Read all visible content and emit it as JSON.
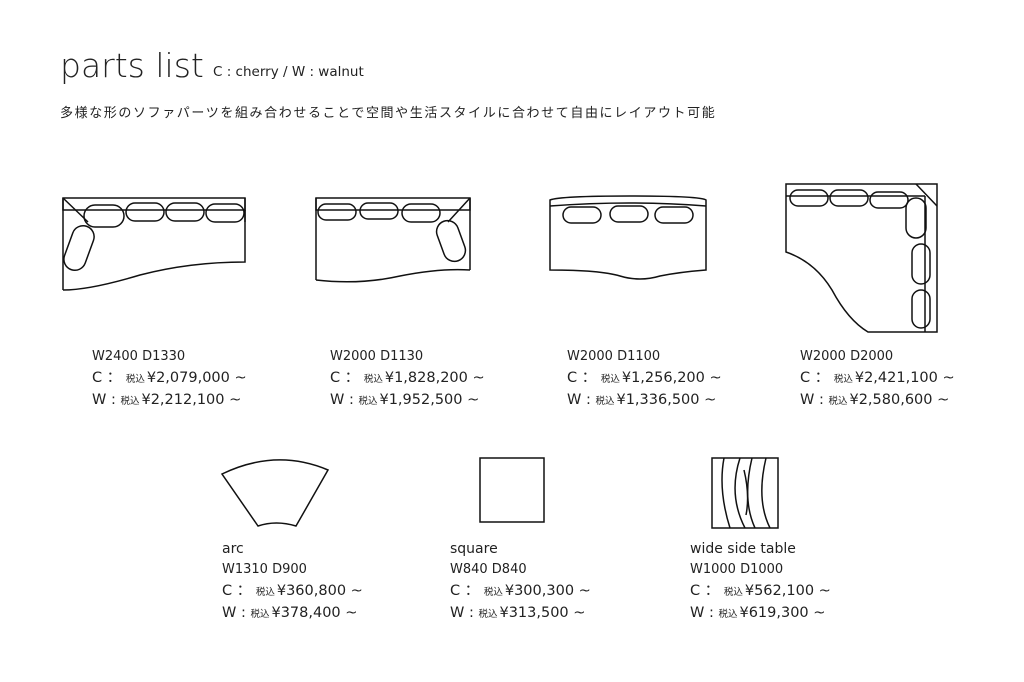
{
  "header": {
    "title": "parts list",
    "legend": "C : cherry / W : walnut",
    "description": "多様な形のソファパーツを組み合わせることで空間や生活スタイルに合わせて自由にレイアウト可能"
  },
  "tax_label": "税込",
  "items": [
    {
      "name": "",
      "dims": "W2400 D1330",
      "c_prefix": "C ：",
      "c_price": "¥2,079,000 ~",
      "w_prefix": "W :",
      "w_price": "¥2,212,100 ~"
    },
    {
      "name": "",
      "dims": "W2000 D1130",
      "c_prefix": "C ：",
      "c_price": "¥1,828,200 ~",
      "w_prefix": "W :",
      "w_price": "¥1,952,500 ~"
    },
    {
      "name": "",
      "dims": "W2000 D1100",
      "c_prefix": "C ：",
      "c_price": "¥1,256,200 ~",
      "w_prefix": "W :",
      "w_price": "¥1,336,500 ~"
    },
    {
      "name": "",
      "dims": "W2000 D2000",
      "c_prefix": "C ：",
      "c_price": "¥2,421,100 ~",
      "w_prefix": "W :",
      "w_price": "¥2,580,600 ~"
    },
    {
      "name": "arc",
      "dims": "W1310 D900",
      "c_prefix": "C ：",
      "c_price": "¥360,800 ~",
      "w_prefix": "W :",
      "w_price": "¥378,400 ~"
    },
    {
      "name": "square",
      "dims": "W840 D840",
      "c_prefix": "C ：",
      "c_price": "¥300,300 ~",
      "w_prefix": "W :",
      "w_price": "¥313,500 ~"
    },
    {
      "name": "wide side table",
      "dims": "W1000 D1000",
      "c_prefix": "C ：",
      "c_price": "¥562,100 ~",
      "w_prefix": "W :",
      "w_price": "¥619,300 ~"
    }
  ]
}
